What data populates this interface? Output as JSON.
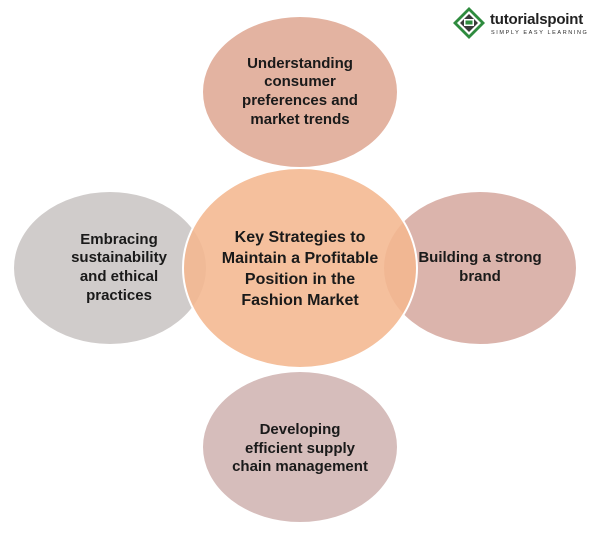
{
  "logo": {
    "name": "tutorialspoint",
    "tagline": "SIMPLY EASY LEARNING"
  },
  "diagram": {
    "center": "Key Strategies to Maintain a Profitable Position in the Fashion Market",
    "top": "Understanding consumer preferences and market trends",
    "right": "Building a strong brand",
    "bottom": "Developing efficient supply chain management",
    "left": "Embracing sustainability and ethical practices"
  },
  "colors": {
    "center": "#f4b78f",
    "top": "#e3b3a1",
    "right": "#dbb4ac",
    "bottom": "#d6bdbb",
    "left": "#d0cccb",
    "outline": "#ffffff",
    "logo_green": "#2e8b3e"
  }
}
